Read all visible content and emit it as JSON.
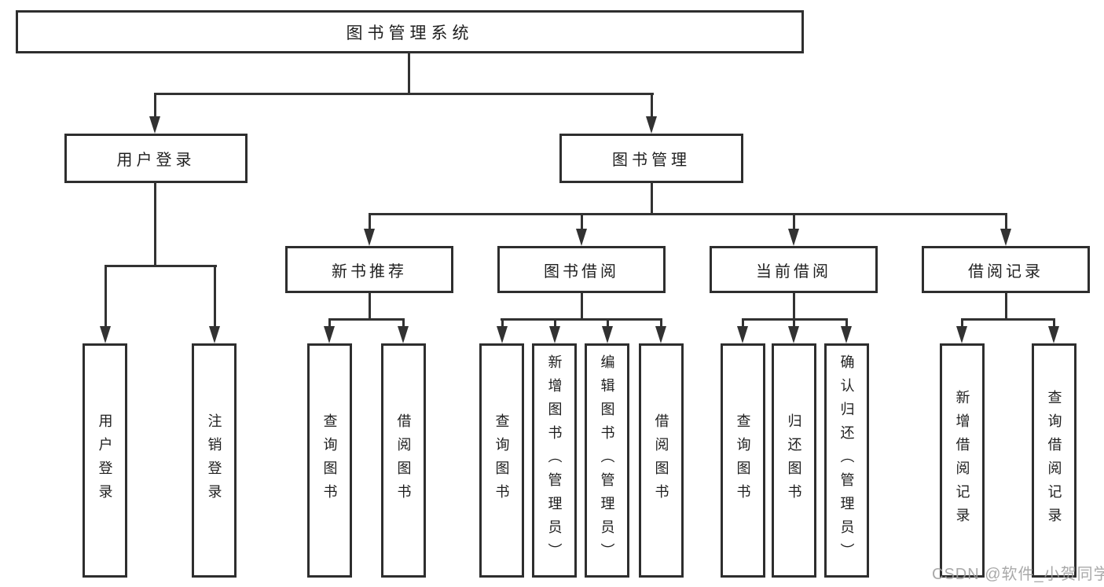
{
  "colors": {
    "line": "#323232",
    "box_border": "#2e2e2e",
    "text": "#1f1f1f",
    "watermark": "#9e9e9e",
    "background": "#ffffff"
  },
  "watermark": "CSDN @软件_小贺同学",
  "diagram": {
    "root": "图书管理系统",
    "level1": [
      {
        "label": "用户登录"
      },
      {
        "label": "图书管理"
      }
    ],
    "modules": [
      {
        "label": "新书推荐"
      },
      {
        "label": "图书借阅"
      },
      {
        "label": "当前借阅"
      },
      {
        "label": "借阅记录"
      }
    ],
    "leaves": {
      "user_login": [
        "用户登录",
        "注销登录"
      ],
      "new_books": [
        "查询图书",
        "借阅图书"
      ],
      "book_borrow": [
        "查询图书",
        "新增图书（管理员）",
        "编辑图书（管理员）",
        "借阅图书"
      ],
      "current_borrow": [
        "查询图书",
        "归还图书",
        "确认归还（管理员）"
      ],
      "borrow_records": [
        "新增借阅记录",
        "查询借阅记录"
      ]
    }
  }
}
